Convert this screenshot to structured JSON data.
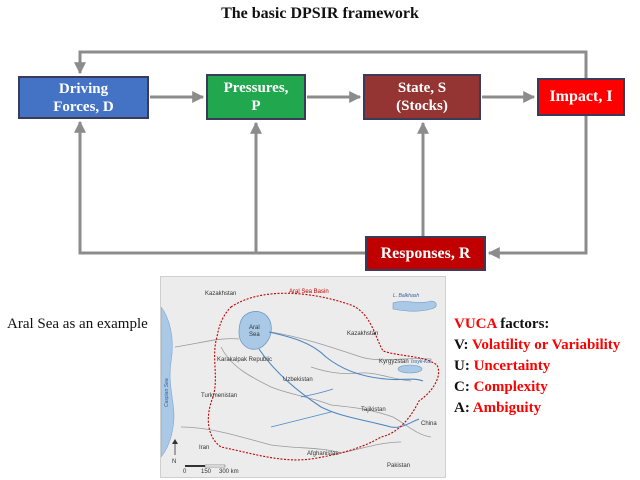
{
  "title": "The basic DPSIR framework",
  "boxes": {
    "driving": "Driving\nForces, D",
    "pressures": "Pressures,\nP",
    "state": "State, S\n(Stocks)",
    "impact": "Impact, I",
    "responses": "Responses, R"
  },
  "colors": {
    "driving": "#4472c4",
    "pressures": "#21a84e",
    "state": "#943534",
    "impact": "#ff0000",
    "responses": "#c00000",
    "arrow": "#8c8c8c",
    "emphasis": "#ff0000"
  },
  "aral_label": "Aral Sea as an example",
  "map": {
    "labels": {
      "kazakhstan_nw": "Kazakhstan",
      "kazakhstan_e": "Kazakhstan",
      "basin": "Aral Sea Basin",
      "aral": "Aral\nSea",
      "karakalpak": "Karakalpak Republic",
      "uzbekistan": "Uzbekistan",
      "kyrgyzstan": "Kyrgyzstan",
      "turkmenistan": "Turkmenistan",
      "tajikistan": "Tajikistan",
      "china": "China",
      "iran": "Iran",
      "afghanistan": "Afghanistan",
      "pakistan": "Pakistan",
      "caspian": "Caspian Sea",
      "balkhash": "L. Balkhash",
      "issyk": "Issyk-Kul",
      "north": "N",
      "scale_0": "0",
      "scale_150": "150",
      "scale_300": "300 km"
    }
  },
  "vuca": {
    "heading_red": "VUCA",
    "heading_black": " factors:",
    "items": [
      {
        "letter": "V: ",
        "text": "Volatility or Variability"
      },
      {
        "letter": "U: ",
        "text": "Uncertainty"
      },
      {
        "letter": "C: ",
        "text": "Complexity"
      },
      {
        "letter": "A: ",
        "text": "Ambiguity"
      }
    ]
  }
}
